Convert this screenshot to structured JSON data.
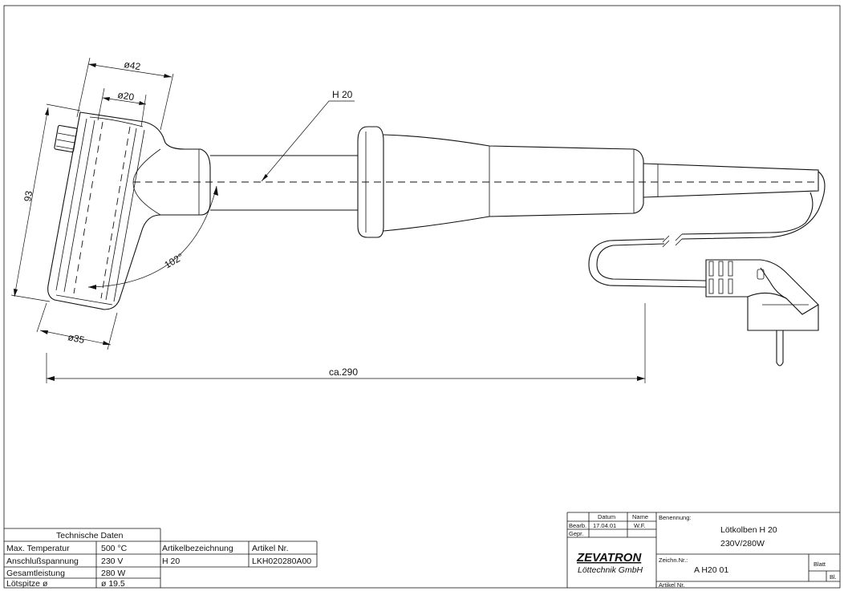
{
  "drawing": {
    "part_label": "H 20",
    "dimensions": {
      "dia_outer": "ø42",
      "dia_inner": "ø20",
      "height": "93",
      "angle": "102°",
      "dia_base": "ø35",
      "length": "ca.290"
    }
  },
  "tech_table": {
    "title": "Technische Daten",
    "rows": [
      {
        "label": "Max. Temperatur",
        "value": "500 °C"
      },
      {
        "label": "Anschlußspannung",
        "value": "230 V"
      },
      {
        "label": "Gesamtleistung",
        "value": "280 W"
      },
      {
        "label": "Lötspitze ø",
        "value": "ø 19.5"
      }
    ]
  },
  "article_table": {
    "col1_header": "Artikelbezeichnung",
    "col2_header": "Artikel Nr.",
    "col1_value": "H 20",
    "col2_value": "LKH020280A00"
  },
  "title_block": {
    "datum_header": "Datum",
    "name_header": "Name",
    "bearb_label": "Bearb.",
    "bearb_date": "17.04.01",
    "bearb_name": "W.F.",
    "gepr_label": "Gepr.",
    "benennung_label": "Benennung:",
    "title_line1": "Lötkolben H 20",
    "title_line2": "230V/280W",
    "company": "ZEVATRON",
    "company_sub": "Löttechnik GmbH",
    "zeichn_label": "Zeichn.Nr.:",
    "zeichn_value": "A H20 01",
    "blatt_label": "Blatt",
    "bl_label": "Bl.",
    "artikel_label": "Artikel Nr."
  }
}
